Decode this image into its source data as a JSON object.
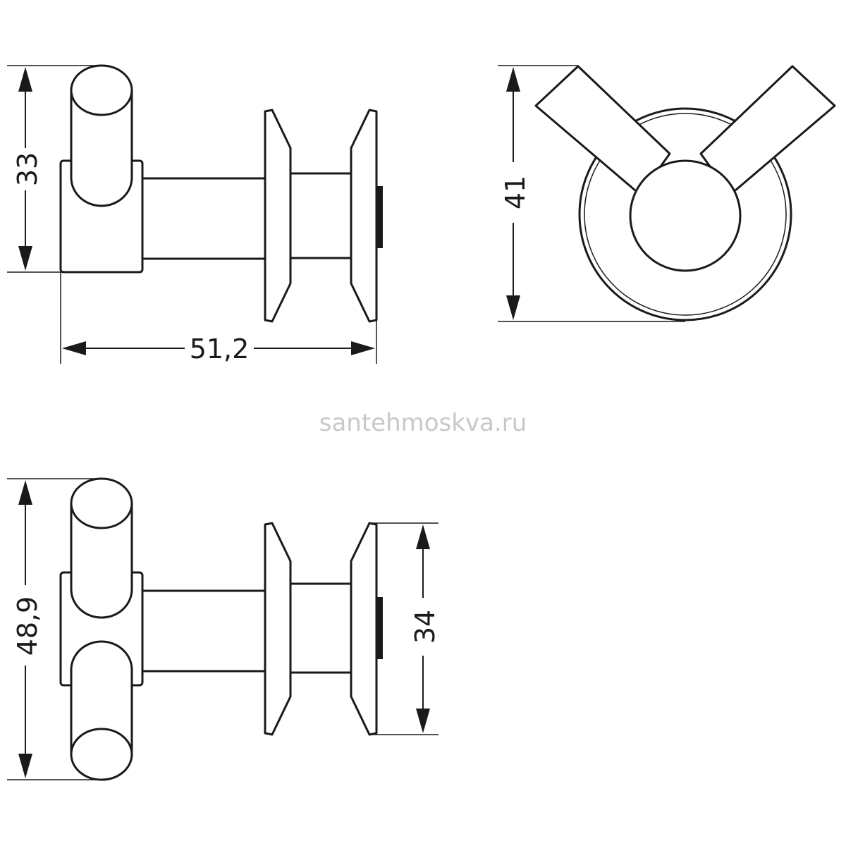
{
  "watermark": "santehmoskva.ru",
  "dimensions": {
    "side_height": "33",
    "depth": "51,2",
    "front_height": "41",
    "double_height": "48,9",
    "base_height": "34"
  },
  "colors": {
    "line": "#1a1a1a",
    "watermark": "#c8c8c8",
    "background": "#ffffff"
  }
}
